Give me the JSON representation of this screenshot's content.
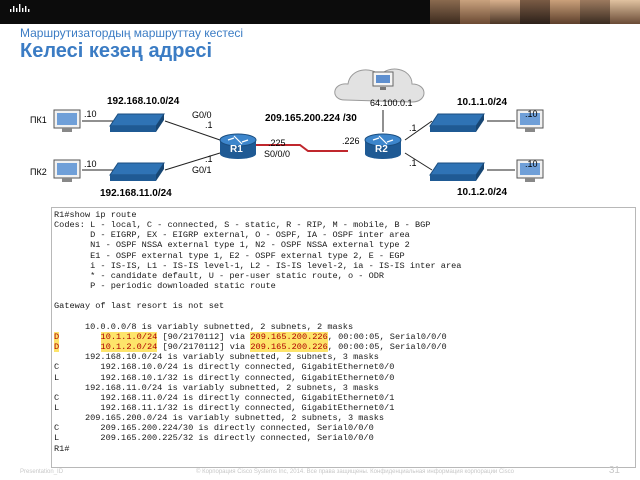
{
  "header": {
    "subtitle": "Маршрутизатордың маршруттау кестесі",
    "title": "Келесі кезең адресі",
    "logo_text": "cisco"
  },
  "diagram": {
    "pc1": "ПК1",
    "pc2": "ПК2",
    "pc1_host": ".10",
    "pc2_host": ".10",
    "lan1": "192.168.10.0/24",
    "lan2": "192.168.11.0/24",
    "r1": "R1",
    "r2": "R2",
    "r1_g00": "G0/0",
    "r1_g00_ip": ".1",
    "r1_g01": "G0/1",
    "r1_g01_ip": ".1",
    "wan": "209.165.200.224 /30",
    "r1_wan_ip": ".225",
    "r1_s000": "S0/0/0",
    "r2_wan_ip": ".226",
    "cloud": "64.100.0.1",
    "lan3": "10.1.1.0/24",
    "lan4": "10.1.2.0/24",
    "r2_lan3_ip": ".1",
    "r2_lan4_ip": ".1",
    "lan3_host": ".10",
    "lan4_host": ".10"
  },
  "console": {
    "prompt_line": "R1#show ip route",
    "code_lines": [
      "Codes: L - local, C - connected, S - static, R - RIP, M - mobile, B - BGP",
      "       D - EIGRP, EX - EIGRP external, O - OSPF, IA - OSPF inter area",
      "       N1 - OSPF NSSA external type 1, N2 - OSPF NSSA external type 2",
      "       E1 - OSPF external type 1, E2 - OSPF external type 2, E - EGP",
      "       i - IS-IS, L1 - IS-IS level-1, L2 - IS-IS level-2, ia - IS-IS inter area",
      "       * - candidate default, U - per-user static route, o - ODR",
      "       P - periodic downloaded static route"
    ],
    "blank1": "",
    "gateway": "Gateway of last resort is not set",
    "blank2": "",
    "route_lines": [
      "      10.0.0.0/8 is variably subnetted, 2 subnets, 2 masks",
      "D        10.1.1.0/24 [90/2170112] via 209.165.200.226, 00:00:05, Serial0/0/0",
      "D        10.1.2.0/24 [90/2170112] via 209.165.200.226, 00:00:05, Serial0/0/0",
      "      192.168.10.0/24 is variably subnetted, 2 subnets, 3 masks",
      "C        192.168.10.0/24 is directly connected, GigabitEthernet0/0",
      "L        192.168.10.1/32 is directly connected, GigabitEthernet0/0",
      "      192.168.11.0/24 is variably subnetted, 2 subnets, 3 masks",
      "C        192.168.11.0/24 is directly connected, GigabitEthernet0/1",
      "L        192.168.11.1/32 is directly connected, GigabitEthernet0/1",
      "      209.165.200.0/24 is variably subnetted, 2 subnets, 3 masks",
      "C        209.165.200.224/30 is directly connected, Serial0/0/0",
      "L        209.165.200.225/32 is directly connected, Serial0/0/0"
    ],
    "end_prompt": "R1#",
    "highlight_words": [
      "10.1.1.0/24",
      "10.1.2.0/24",
      "209.165.200.226"
    ]
  },
  "footer": {
    "left": "Presentation_ID",
    "center": "© Корпорация Cisco Systems Inc, 2014. Все права защищены. Конфиденциальная информация корпорации Cisco",
    "page": "31"
  },
  "colors": {
    "accent": "#3b7cc4",
    "serial_link": "#c0272d",
    "router": "#2f73b5",
    "switch": "#2f73b5",
    "highlight": "#fde46a"
  }
}
